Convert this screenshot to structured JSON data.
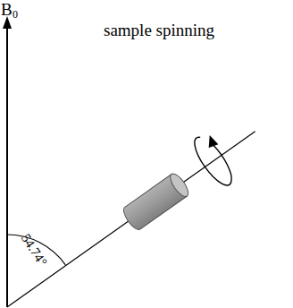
{
  "diagram": {
    "labels": [
      "B",
      "0",
      "sample spinning",
      "54.74°"
    ]
  }
}
